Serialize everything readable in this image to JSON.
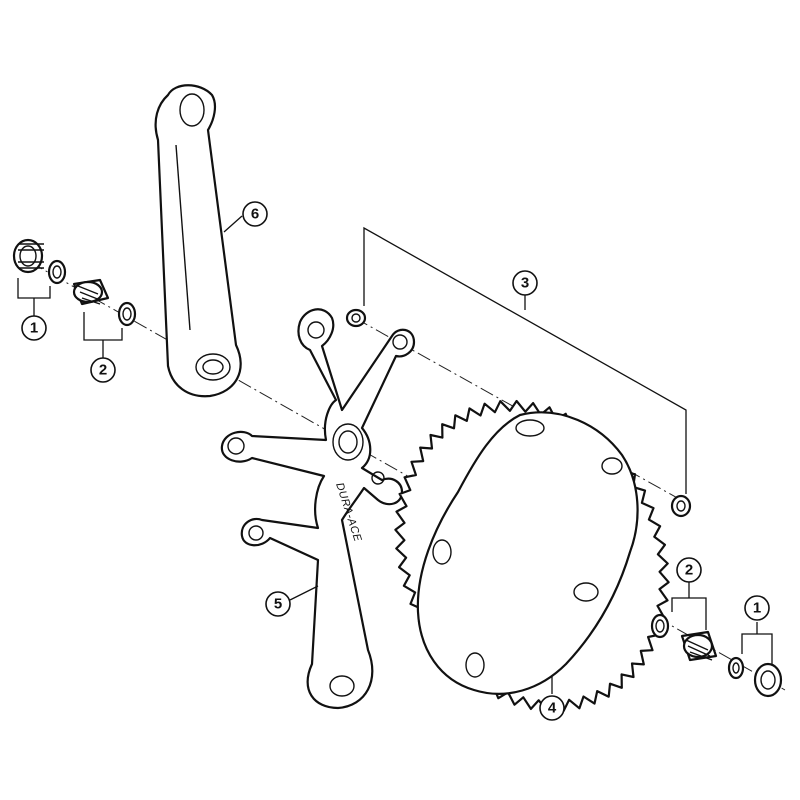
{
  "diagram": {
    "crank_logo": "DURA-ACE",
    "callouts": [
      {
        "id": "left-1",
        "label": "1"
      },
      {
        "id": "left-2",
        "label": "2"
      },
      {
        "id": "arm-6",
        "label": "6"
      },
      {
        "id": "bolt-3",
        "label": "3"
      },
      {
        "id": "crank-5",
        "label": "5"
      },
      {
        "id": "ring-4",
        "label": "4"
      },
      {
        "id": "right-2",
        "label": "2"
      },
      {
        "id": "right-1",
        "label": "1"
      }
    ]
  }
}
